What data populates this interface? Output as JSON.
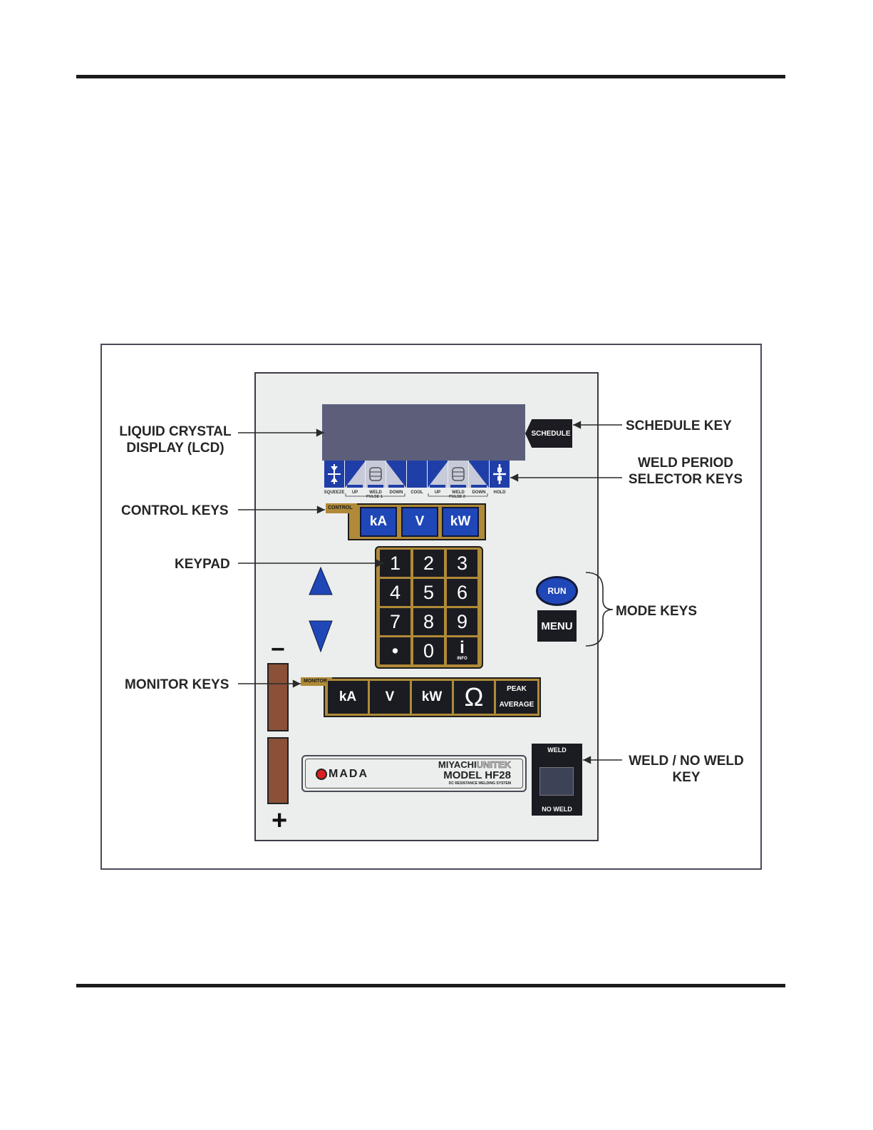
{
  "callouts": {
    "lcd_line1": "LIQUID CRYSTAL",
    "lcd_line2": "DISPLAY (LCD)",
    "schedule_key": "SCHEDULE KEY",
    "weld_period_line1": "WELD PERIOD",
    "weld_period_line2": "SELECTOR KEYS",
    "control_keys": "CONTROL KEYS",
    "keypad": "KEYPAD",
    "mode_keys": "MODE KEYS",
    "monitor_keys": "MONITOR KEYS",
    "weld_noweld_line1": "WELD / NO WELD",
    "weld_noweld_line2": "KEY"
  },
  "panel": {
    "schedule_label": "SCHEDULE",
    "weld_period_labels": [
      "SQUEEZE",
      "UP",
      "WELD",
      "DOWN",
      "COOL",
      "UP",
      "WELD",
      "DOWN",
      "HOLD"
    ],
    "pulse1": "PULSE 1",
    "pulse2": "PULSE 2",
    "control_tag": "CONTROL",
    "control_keys": [
      "kA",
      "V",
      "kW"
    ],
    "keypad": [
      "1",
      "2",
      "3",
      "4",
      "5",
      "6",
      "7",
      "8",
      "9",
      "•",
      "0",
      "i"
    ],
    "info_label": "INFO",
    "run_label": "RUN",
    "menu_label": "MENU",
    "monitor_tag": "MONITOR",
    "monitor_keys": [
      "kA",
      "V",
      "kW",
      "Ω"
    ],
    "peak_label": "PEAK",
    "average_label": "AVERAGE",
    "brand_logo": "MADA",
    "brand_line1_a": "MIYACHI",
    "brand_line1_b": "UNITEK",
    "model": "MODEL HF28",
    "subtitle": "DC RESISTANCE WELDING SYSTEM",
    "weld_label": "WELD",
    "no_weld_label": "NO WELD",
    "minus_sign": "−",
    "plus_sign": "+"
  },
  "colors": {
    "accent_blue": "#1f47b8",
    "gold": "#b08a38",
    "lcd": "#5d5f7a",
    "dark_key": "#1b1c22"
  }
}
